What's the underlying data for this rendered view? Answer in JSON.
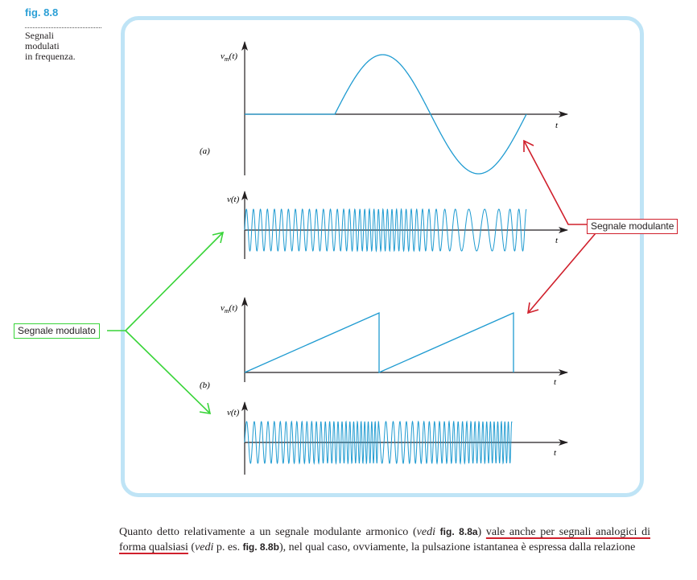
{
  "figure": {
    "number": "fig. 8.8",
    "caption_lines": [
      "Segnali",
      "modulati",
      "in frequenza."
    ]
  },
  "panels": {
    "a_label": "(a)",
    "b_label": "(b)",
    "t_label": "t",
    "vm_label_base": "v",
    "vm_label_sub": "m",
    "vm_label_arg": "(t)",
    "v_label": "v(t)"
  },
  "callouts": {
    "modulante": "Segnale modulante",
    "modulato": "Segnale modulato"
  },
  "colors": {
    "signal": "#1f9bd1",
    "axis": "#231f20",
    "frame": "#bfe4f6",
    "red_annotation": "#d0202c",
    "green_annotation": "#39d439",
    "figure_label": "#2a9fd6"
  },
  "text": {
    "t1": "Quanto detto relativamente a un segnale modulante armonico (",
    "vedi1": "vedi",
    "ref1": "fig. 8.8a",
    "t2": ") ",
    "ul1": "vale anche per segnali analogici di forma qualsiasi",
    "t3": " (",
    "vedi2": "vedi",
    "t4": " p. es. ",
    "ref2": "fig. 8.8b",
    "t5": "), nel qual caso, ovviamente, la pulsazione istantanea è espressa dalla relazione"
  },
  "chart_data": [
    {
      "type": "line",
      "panel": "a-modulating",
      "description_shape": "zero then one sine period",
      "series": [
        {
          "values": [
            0,
            0,
            1,
            0,
            -1,
            0
          ]
        }
      ]
    },
    {
      "type": "line",
      "panel": "a-modulated",
      "series": [
        {
          "values": [
            1,
            -1
          ]
        }
      ]
    },
    {
      "type": "line",
      "panel": "b-modulating",
      "description_shape": "sawtooth two ramps",
      "series": [
        {
          "values": [
            0,
            1,
            0,
            1
          ]
        }
      ]
    },
    {
      "type": "line",
      "panel": "b-modulated",
      "series": [
        {
          "values": [
            1,
            -1
          ]
        }
      ]
    }
  ]
}
